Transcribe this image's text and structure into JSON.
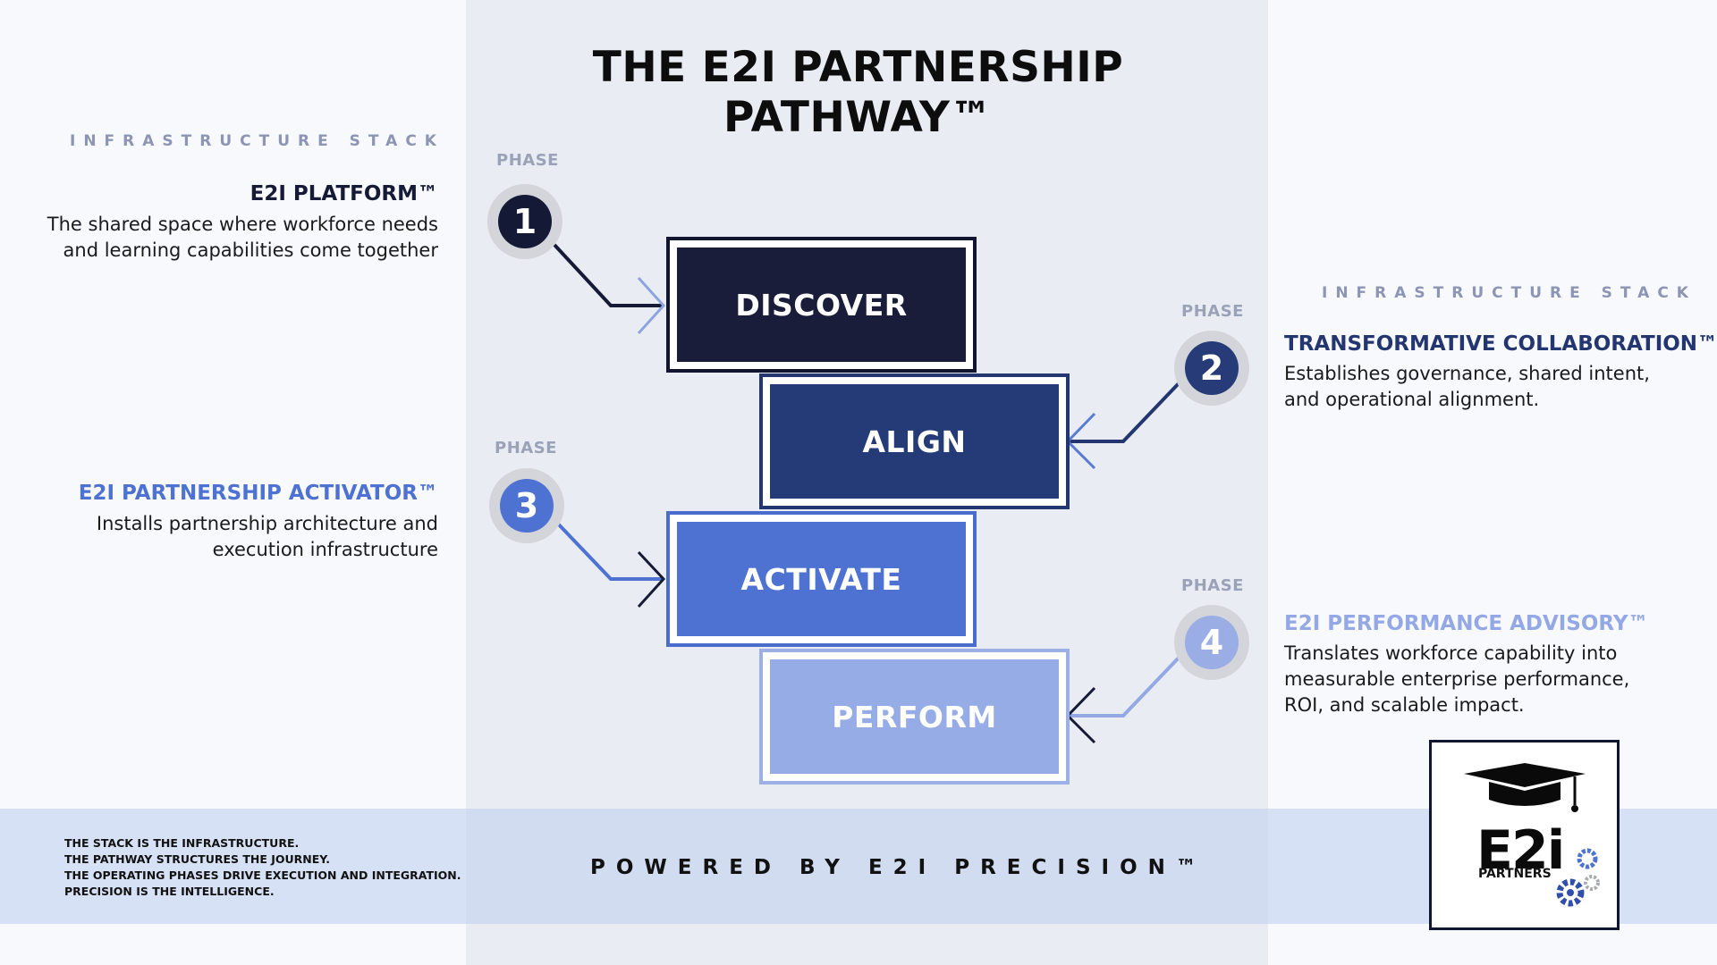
{
  "title_line1": "THE E2I PARTNERSHIP",
  "title_line2": "PATHWAY™",
  "left_stack_label": "INFRASTRUCTURE STACK",
  "right_stack_label": "INFRASTRUCTURE STACK",
  "phase_label": "PHASE",
  "phases": [
    {
      "number": "1",
      "step": "DISCOVER",
      "badge_color": "#141a36",
      "box_color": "#1a1d3a",
      "border_color": "#121530"
    },
    {
      "number": "2",
      "step": "ALIGN",
      "badge_color": "#273b78",
      "box_color": "#253b78",
      "border_color": "#233670"
    },
    {
      "number": "3",
      "step": "ACTIVATE",
      "badge_color": "#4e72d1",
      "box_color": "#4e72d1",
      "border_color": "#4a6ccc"
    },
    {
      "number": "4",
      "step": "PERFORM",
      "badge_color": "#9aaee5",
      "box_color": "#96ace6",
      "border_color": "#9cb0e6"
    }
  ],
  "left_items": [
    {
      "title": "E2I PLATFORM™",
      "desc1": "The shared space where workforce needs",
      "desc2": "and learning capabilities come together",
      "color": "#151a36"
    },
    {
      "title": "E2I PARTNERSHIP ACTIVATOR™",
      "desc1": "Installs partnership architecture and",
      "desc2": "execution infrastructure",
      "color": "#4e72d1"
    }
  ],
  "right_items": [
    {
      "title": "TRANSFORMATIVE COLLABORATION™",
      "desc1": "Establishes governance, shared intent,",
      "desc2": "and operational alignment.",
      "color": "#233670"
    },
    {
      "title": "E2I PERFORMANCE ADVISORY™",
      "desc1": "Translates workforce capability into",
      "desc2": "measurable enterprise performance,",
      "desc3": "ROI, and scalable impact.",
      "color": "#93a8e4"
    }
  ],
  "footer_lines": [
    "THE STACK IS THE INFRASTRUCTURE.",
    "THE PATHWAY STRUCTURES THE JOURNEY.",
    "THE OPERATING PHASES DRIVE EXECUTION AND INTEGRATION.",
    "PRECISION IS THE INTELLIGENCE."
  ],
  "powered_by": "POWERED BY E2I PRECISION™",
  "logo": {
    "main": "E2i",
    "sub": "PARTNERS",
    "icons": [
      "graduation-cap-icon",
      "gear-icon"
    ]
  }
}
